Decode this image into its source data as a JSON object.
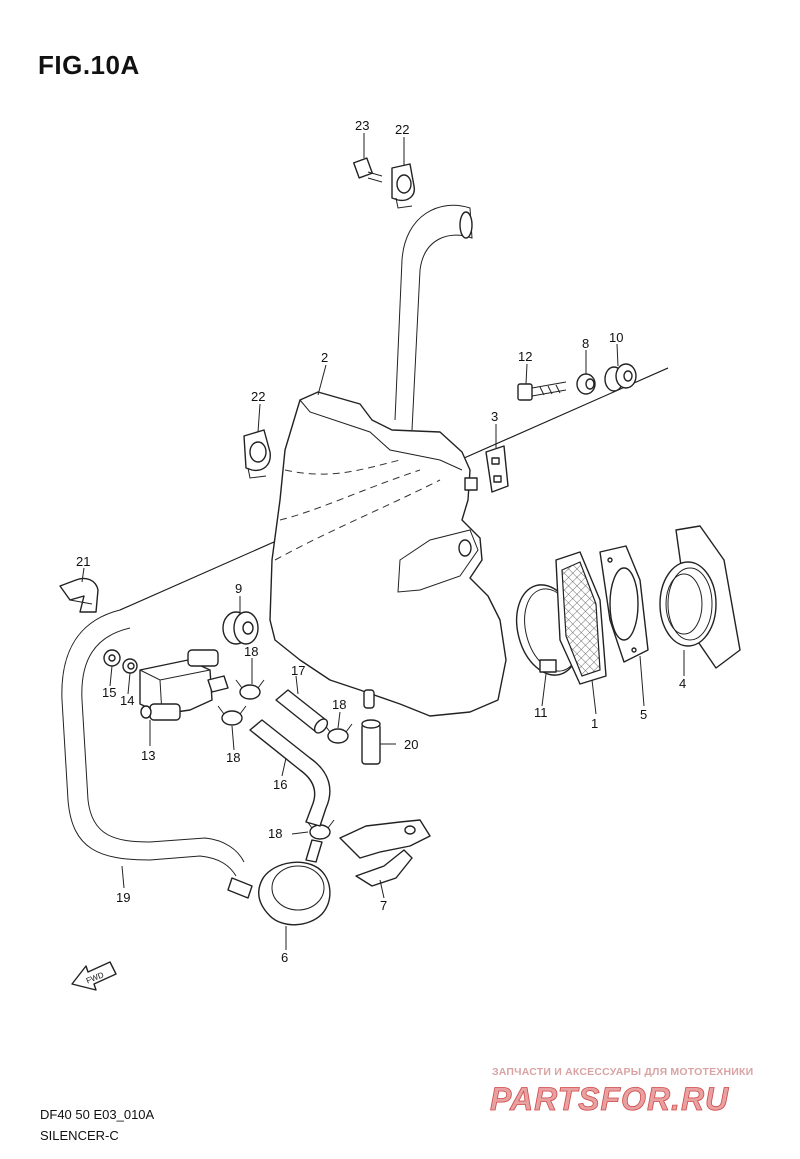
{
  "figure_title": "FIG.10A",
  "footer": {
    "code": "DF40 50 E03_010A",
    "name": "SILENCER-C"
  },
  "watermark": {
    "tagline": "ЗАПЧАСТИ И АКСЕССУАРЫ ДЛЯ МОТОТЕХНИКИ",
    "logo_text": "PARTSFOR.RU",
    "color": "#d04a4a"
  },
  "fwd_label": "FWD",
  "parts": [
    {
      "num": "1"
    },
    {
      "num": "2"
    },
    {
      "num": "3"
    },
    {
      "num": "4"
    },
    {
      "num": "5"
    },
    {
      "num": "6"
    },
    {
      "num": "7"
    },
    {
      "num": "8"
    },
    {
      "num": "9"
    },
    {
      "num": "10"
    },
    {
      "num": "11"
    },
    {
      "num": "12"
    },
    {
      "num": "13"
    },
    {
      "num": "14"
    },
    {
      "num": "15"
    },
    {
      "num": "16"
    },
    {
      "num": "17"
    },
    {
      "num": "18"
    },
    {
      "num": "18"
    },
    {
      "num": "18"
    },
    {
      "num": "18"
    },
    {
      "num": "19"
    },
    {
      "num": "20"
    },
    {
      "num": "21"
    },
    {
      "num": "22"
    },
    {
      "num": "22"
    },
    {
      "num": "23"
    }
  ]
}
